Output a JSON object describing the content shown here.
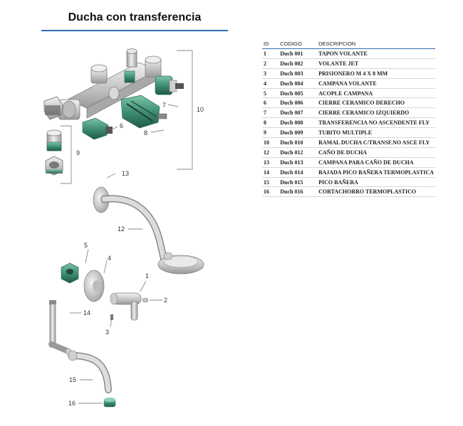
{
  "title": "Ducha con transferencia",
  "table": {
    "headers": [
      "ID",
      "CODIGO",
      "DESCRIPCION"
    ],
    "rows": [
      {
        "id": "1",
        "code": "Duch 001",
        "desc": "TAPON VOLANTE"
      },
      {
        "id": "2",
        "code": "Duch 002",
        "desc": "VOLANTE JET"
      },
      {
        "id": "3",
        "code": "Duch 003",
        "desc": "PRISIONERO M 4 X 8 MM"
      },
      {
        "id": "4",
        "code": "Duch 004",
        "desc": "CAMPANA VOLANTE"
      },
      {
        "id": "5",
        "code": "Duch 005",
        "desc": "ACOPLE CAMPANA"
      },
      {
        "id": "6",
        "code": "Duch 006",
        "desc": "CIERRE CERAMICO DERECHO"
      },
      {
        "id": "7",
        "code": "Duch 007",
        "desc": "CIERRE CERAMICO IZQUIERDO"
      },
      {
        "id": "8",
        "code": "Duch 008",
        "desc": "TRANSFERENCIA NO ASCENDENTE FLY"
      },
      {
        "id": "9",
        "code": "Duch 009",
        "desc": "TUBITO MULTIPLE"
      },
      {
        "id": "10",
        "code": "Duch 010",
        "desc": "RAMAL DUCHA C/TRANSF.NO ASCE FLY"
      },
      {
        "id": "12",
        "code": "Duch 012",
        "desc": "CAÑO DE DUCHA"
      },
      {
        "id": "13",
        "code": "Duch 013",
        "desc": "CAMPANA PARA CAÑO DE DUCHA"
      },
      {
        "id": "14",
        "code": "Duch 014",
        "desc": "BAJADA PICO BAÑERA TERMOPLASTICA"
      },
      {
        "id": "15",
        "code": "Duch 015",
        "desc": "PICO BAÑERA"
      },
      {
        "id": "16",
        "code": "Duch 016",
        "desc": "CORTACHORRO TERMOPLASTICO"
      }
    ]
  },
  "callouts": {
    "c1": "1",
    "c2": "2",
    "c3": "3",
    "c4": "4",
    "c5": "5",
    "c6": "6",
    "c7": "7",
    "c8": "8",
    "c9": "9",
    "c10": "10",
    "c12": "12",
    "c13": "13",
    "c14": "14",
    "c15": "15",
    "c16": "16"
  },
  "colors": {
    "accent": "#2e6fae",
    "metal": "#d4d4d4",
    "metal_dark": "#8e8e8e",
    "green": "#3f8f75",
    "leader": "#888888"
  }
}
